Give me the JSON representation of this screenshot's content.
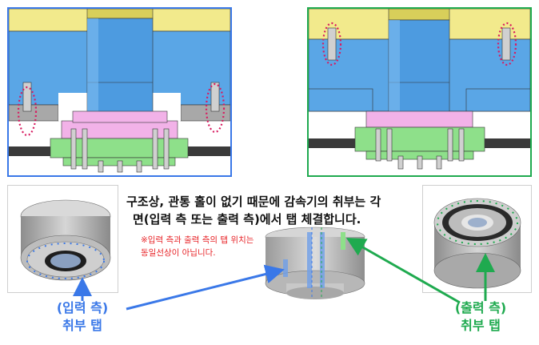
{
  "description": {
    "line1": "구조상, 관통 홀이 없기 때문에 감속기의 취부는 각",
    "line2": "면(입력 측 또는 출력 측)에서 탭 체결합니다."
  },
  "note": {
    "line1": "※입력 측과 출력 측의 탭 위치는",
    "line2": "동일선상이 아닙니다."
  },
  "input_label": {
    "line1": "(입력 측)",
    "line2": "취부 탭"
  },
  "output_label": {
    "line1": "(출력 측)",
    "line2": "취부 탭"
  },
  "colors": {
    "blue_frame": "#3a78e8",
    "green_frame": "#1faa4f",
    "yellow_part": "#f2ea8c",
    "blue_part": "#5aa6e6",
    "pink_part": "#f2b2e8",
    "green_part": "#8ee08a",
    "gray_part": "#9a9a9a",
    "dotted_circle": "#d81b60",
    "input_arrow": "#3a78e8",
    "output_arrow": "#1faa4f"
  }
}
